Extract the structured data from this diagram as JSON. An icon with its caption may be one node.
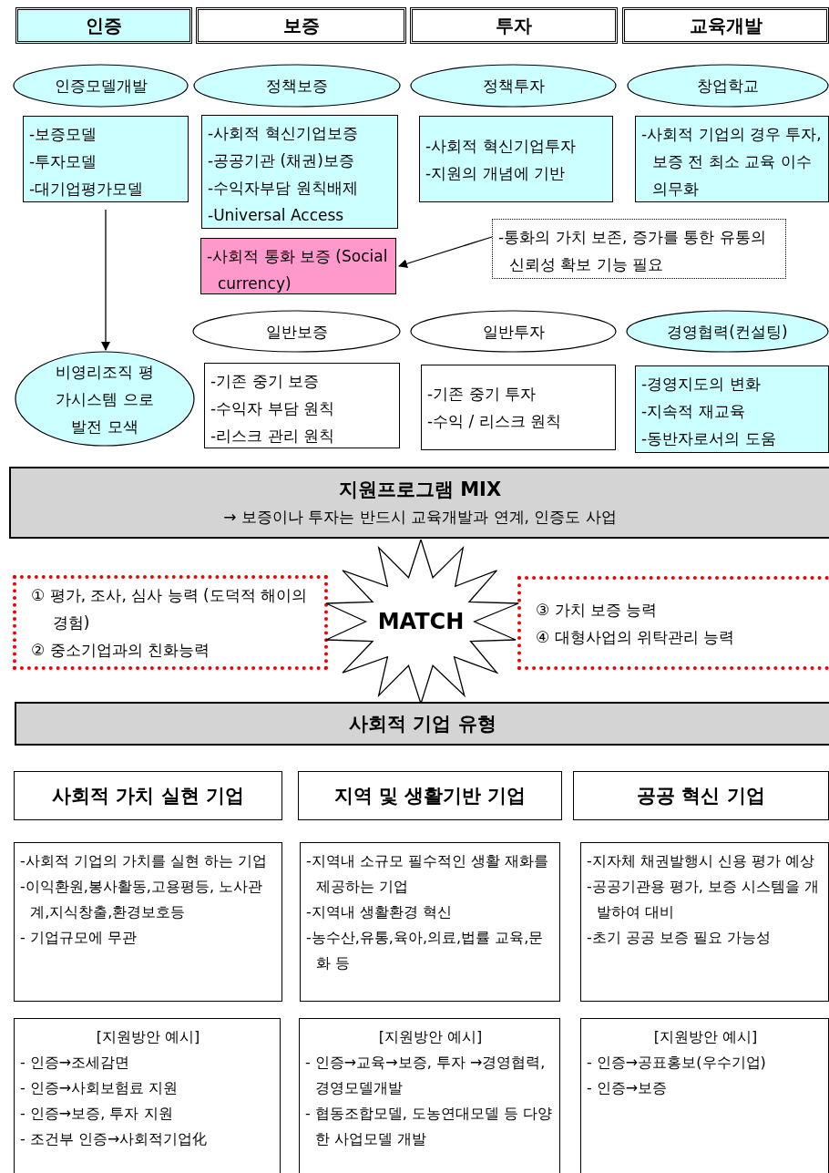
{
  "diagram": {
    "nodes": [
      {
        "text": [
          "인증"
        ]
      },
      {
        "text": [
          "보증"
        ]
      },
      {
        "text": [
          "투자"
        ]
      },
      {
        "text": [
          "교육개발"
        ]
      },
      {
        "text": [
          "인증모델개발"
        ]
      },
      {
        "text": [
          "정책보증"
        ]
      },
      {
        "text": [
          "정책투자"
        ]
      },
      {
        "text": [
          "창업학교"
        ]
      },
      {
        "text": [
          "-보증모델",
          "-투자모델",
          "-대기업평가모델"
        ]
      },
      {
        "text": [
          "-사회적 혁신기업보증",
          "-공공기관 (채권)보증",
          "-수익자부담 원칙배제",
          "-Universal Access"
        ]
      },
      {
        "text": [
          "-사회적 혁신기업투자",
          "-지원의 개념에 기반"
        ]
      },
      {
        "text": [
          "-사회적 기업의 경우 투자, 보증 전 최소 교육 이수 의무화"
        ]
      },
      {
        "text": [
          "-사회적 통화 보증 (Social currency)"
        ]
      },
      {
        "text": [
          "-통화의 가치 보존, 증가를 통한 유통의 신뢰성 확보 기능 필요"
        ]
      },
      {
        "text": [
          "일반보증"
        ]
      },
      {
        "text": [
          "일반투자"
        ]
      },
      {
        "text": [
          "경영협력(컨설팅)"
        ]
      },
      {
        "text": [
          "비영리조직 평가시스템 으로 발전 모색"
        ]
      },
      {
        "text": [
          "-기존 중기 보증",
          "-수익자 부담 원칙",
          "-리스크 관리 원칙"
        ]
      },
      {
        "text": [
          "-기존 중기 투자",
          "-수익 / 리스크 원칙"
        ]
      },
      {
        "text": [
          "-경영지도의 변화",
          "-지속적 재교육",
          "-동반자로서의 도움"
        ]
      },
      {
        "text": [
          "지원프로그램 MIX",
          "→ 보증이나 투자는 반드시 교육개발과 연계, 인증도 사업"
        ]
      },
      {
        "text": [
          "① 평가, 조사, 심사 능력 (도덕적 해이의 경험)",
          "② 중소기업과의 친화능력"
        ]
      },
      {
        "text": [
          "MATCH"
        ]
      },
      {
        "text": [
          "③ 가치 보증 능력",
          "④ 대형사업의 위탁관리 능력"
        ]
      },
      {
        "text": [
          "사회적 기업 유형"
        ]
      },
      {
        "text": [
          "사회적 가치 실현 기업"
        ]
      },
      {
        "text": [
          "지역 및 생활기반 기업"
        ]
      },
      {
        "text": [
          "공공 혁신 기업"
        ]
      },
      {
        "text": [
          "-사회적 기업의 가치를 실현 하는 기업",
          "-이익환원,봉사활동,고용평등, 노사관계,지식창출,환경보호등",
          "- 기업규모에 무관"
        ]
      },
      {
        "text": [
          "-지역내 소규모 필수적인 생활 재화를 제공하는 기업",
          "-지역내 생활환경 혁신",
          "-농수산,유통,육아,의료,법률 교육,문화 등"
        ]
      },
      {
        "text": [
          "-지자체 채권발행시 신용 평가 예상",
          "-공공기관용 평가, 보증 시스템을 개발하여 대비",
          "-초기 공공 보증 필요 가능성"
        ]
      },
      {
        "text": [
          "[지원방안 예시]",
          "- 인증→조세감면",
          "- 인증→사회보험료 지원",
          "- 인증→보증, 투자 지원",
          "- 조건부 인증→사회적기업化"
        ]
      },
      {
        "text": [
          "[지원방안 예시]",
          "- 인증→교육→보증, 투자 →경영협력, 경영모델개발",
          "- 협동조합모델, 도농연대모델 등 다양한 사업모델 개발"
        ]
      },
      {
        "text": [
          "[지원방안 예시]",
          "- 인증→공표홍보(우수기업)",
          "- 인증→보증"
        ]
      }
    ],
    "edges": [
      {
        "from": 8,
        "to": 17,
        "arrow": "to"
      },
      {
        "from": 13,
        "to": 12,
        "arrow": "to"
      }
    ]
  }
}
